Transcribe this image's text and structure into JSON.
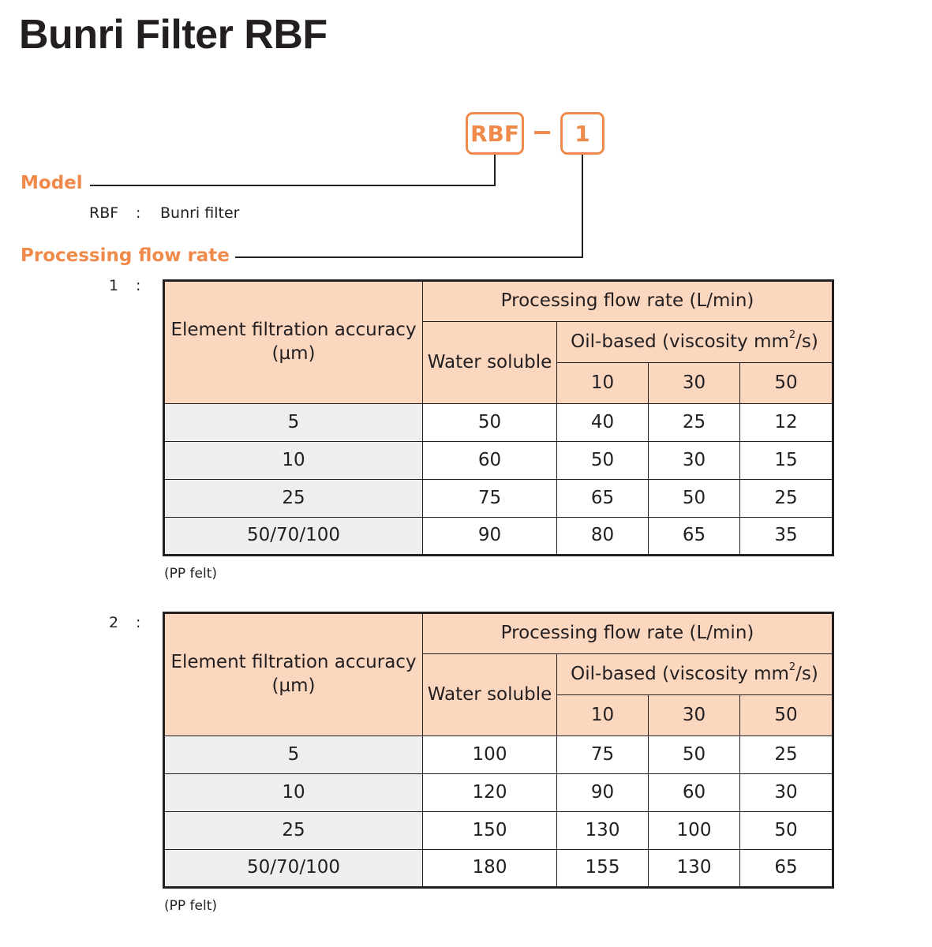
{
  "title": "Bunri Filter RBF",
  "code": {
    "model_box": "RBF",
    "flow_box": "1"
  },
  "model": {
    "label": "Model",
    "key": "RBF",
    "sep": ":",
    "value": "Bunri filter"
  },
  "flow": {
    "label": "Processing flow rate"
  },
  "header": {
    "col1": "Element filtration accuracy",
    "col1_unit": "(µm)",
    "group": "Processing flow rate (L/min)",
    "water": "Water soluble",
    "oil_prefix": "Oil-based (viscosity mm",
    "oil_sup": "2",
    "oil_suffix": "/s)",
    "visc": [
      "10",
      "30",
      "50"
    ]
  },
  "tables": [
    {
      "index": "1",
      "sep": ":",
      "note": "(PP felt)",
      "rows": [
        [
          "5",
          "50",
          "40",
          "25",
          "12"
        ],
        [
          "10",
          "60",
          "50",
          "30",
          "15"
        ],
        [
          "25",
          "75",
          "65",
          "50",
          "25"
        ],
        [
          "50/70/100",
          "90",
          "80",
          "65",
          "35"
        ]
      ]
    },
    {
      "index": "2",
      "sep": ":",
      "note": "(PP felt)",
      "rows": [
        [
          "5",
          "100",
          "75",
          "50",
          "25"
        ],
        [
          "10",
          "120",
          "90",
          "60",
          "30"
        ],
        [
          "25",
          "150",
          "130",
          "100",
          "50"
        ],
        [
          "50/70/100",
          "180",
          "155",
          "130",
          "65"
        ]
      ]
    }
  ],
  "colors": {
    "accent": "#f08a4b",
    "header_fill": "#fbd7c0",
    "first_col_fill": "#eeeeee",
    "text": "#231f20"
  }
}
